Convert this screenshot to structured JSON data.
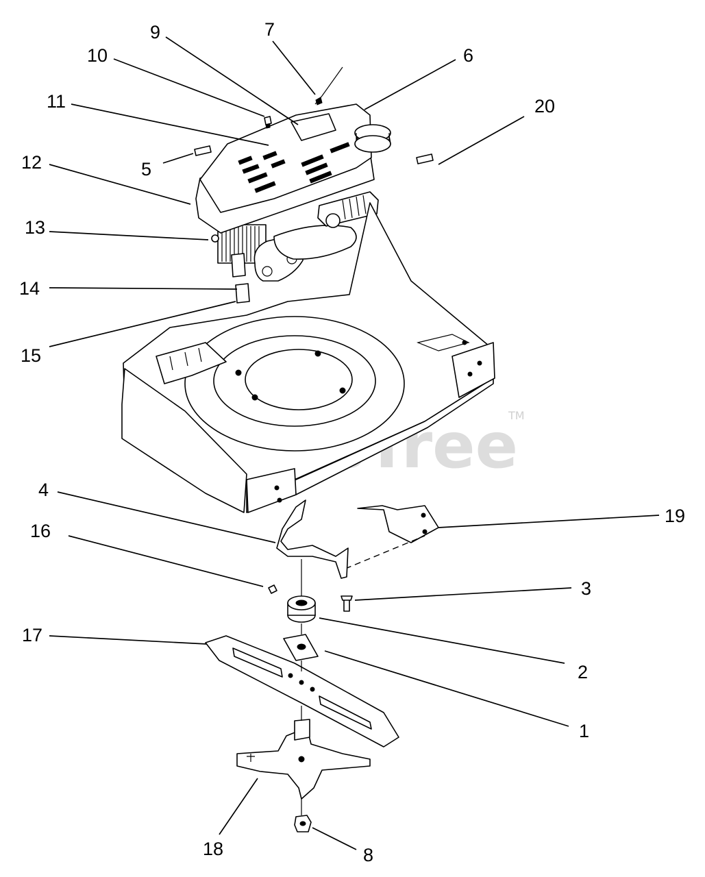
{
  "watermark": {
    "text": "PartsTree",
    "trademark": "TM"
  },
  "callouts": [
    {
      "id": "c9",
      "label": "9"
    },
    {
      "id": "c7",
      "label": "7"
    },
    {
      "id": "c10",
      "label": "10"
    },
    {
      "id": "c6",
      "label": "6"
    },
    {
      "id": "c11",
      "label": "11"
    },
    {
      "id": "c20",
      "label": "20"
    },
    {
      "id": "c12",
      "label": "12"
    },
    {
      "id": "c5",
      "label": "5"
    },
    {
      "id": "c13",
      "label": "13"
    },
    {
      "id": "c14",
      "label": "14"
    },
    {
      "id": "c15",
      "label": "15"
    },
    {
      "id": "c4",
      "label": "4"
    },
    {
      "id": "c19",
      "label": "19"
    },
    {
      "id": "c16",
      "label": "16"
    },
    {
      "id": "c3",
      "label": "3"
    },
    {
      "id": "c17",
      "label": "17"
    },
    {
      "id": "c2",
      "label": "2"
    },
    {
      "id": "c1",
      "label": "1"
    },
    {
      "id": "c18",
      "label": "18"
    },
    {
      "id": "c8",
      "label": "8"
    }
  ]
}
